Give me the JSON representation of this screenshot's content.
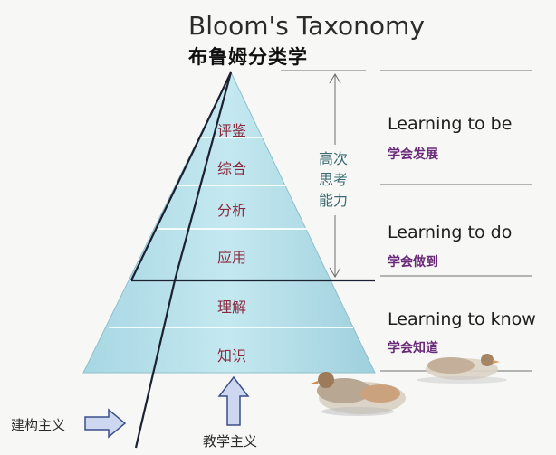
{
  "title": "Bloom's Taxonomy",
  "subtitle": "布鲁姆分类学",
  "pyramid_levels": [
    "评鉴",
    "综合",
    "分析",
    "应用",
    "理解",
    "知识"
  ],
  "higher_order_label": [
    "高次",
    "思考",
    "能力"
  ],
  "learning_pillars": [
    {
      "en": "Learning to be",
      "zh": "学会发展"
    },
    {
      "en": "Learning to do",
      "zh": "学会做到"
    },
    {
      "en": "Learning to know",
      "zh": "学会知道"
    }
  ],
  "constructivism_label": "建构主义",
  "didacticism_label": "教学主义",
  "colors": {
    "pyramid_fill": "#b9e2ec",
    "pyramid_edge": "#9fcad6",
    "level_text": "#8a2a3e",
    "higher_order_text": "#3a6b73",
    "pillar_zh_text": "#6a2a7a",
    "arrow_fill": "#c9d6ef",
    "arrow_stroke": "#3b4f8a"
  }
}
